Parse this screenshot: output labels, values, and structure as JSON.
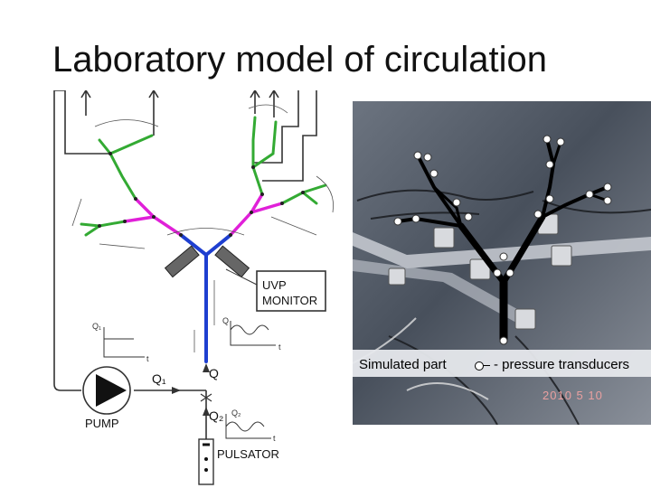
{
  "slide": {
    "title": "Laboratory model of circulation"
  },
  "schematic": {
    "uvp_monitor_line1": "UVP",
    "uvp_monitor_line2": "MONITOR",
    "pump_label": "PUMP",
    "pulsator_label": "PULSATOR",
    "flow_q": "Q",
    "flow_q1": "Q₁",
    "flow_q2": "Q₂",
    "graph_axis_t": "t",
    "graph_axis_q": "Q",
    "graph_axis_q1": "Q₁",
    "graph_axis_q2": "Q₂",
    "colors": {
      "trunk": "#1e3fd0",
      "mid_branches": "#e020d8",
      "outer_branches": "#33aa33",
      "frame": "#333333"
    }
  },
  "photo": {
    "caption_left": "Simulated part",
    "caption_right": "- pressure transducers",
    "timestamp": "2010  5  10"
  }
}
